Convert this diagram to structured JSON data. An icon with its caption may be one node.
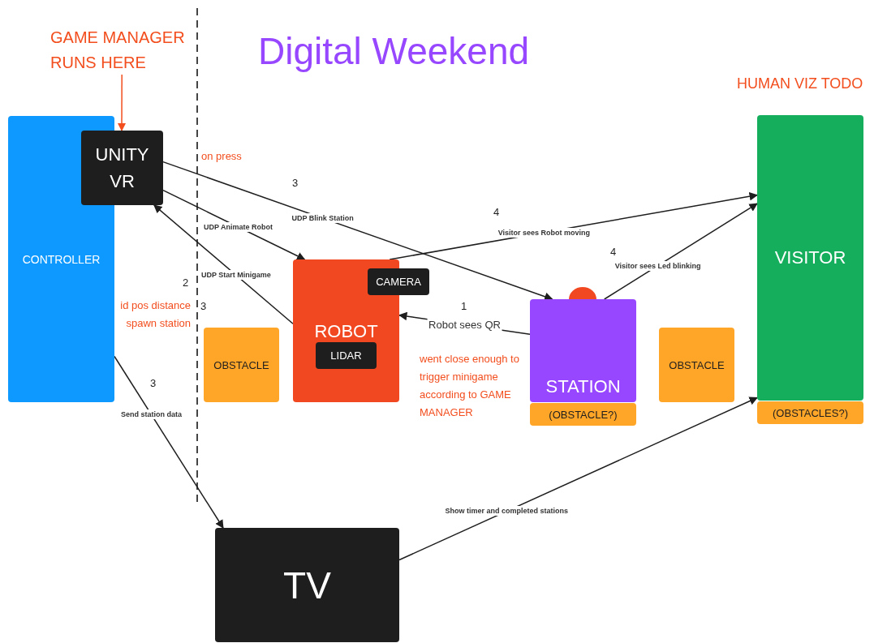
{
  "diagram": {
    "title": "Digital Weekend",
    "nodes": [
      {
        "text": [
          "CONTROLLER"
        ]
      },
      {
        "text": [
          "UNITY VR"
        ]
      },
      {
        "text": [
          "GAME MANAGER RUNS HERE"
        ]
      },
      {
        "text": [
          "OBSTACLE"
        ]
      },
      {
        "text": [
          "ROBOT"
        ]
      },
      {
        "text": [
          "CAMERA"
        ]
      },
      {
        "text": [
          "LIDAR"
        ],
        "in": 4
      },
      {
        "text": [
          "STATION"
        ]
      },
      {
        "text": [
          "(OBSTACLE?)"
        ]
      },
      {
        "text": [
          "OBSTACLE"
        ]
      },
      {
        "text": [
          "VISITOR"
        ]
      },
      {
        "text": [
          "(OBSTACLES?)"
        ]
      },
      {
        "text": [
          "TV"
        ]
      }
    ],
    "edges": [
      {
        "from": 2,
        "to": 1,
        "arrow": "to",
        "color": "#f24e1e"
      },
      {
        "from": 1,
        "to": 7,
        "arrow": "to",
        "label": "UDP Blink Station"
      },
      {
        "from": 1,
        "to": 4,
        "arrow": "to",
        "label": "UDP Animate Robot"
      },
      {
        "from": 4,
        "to": 1,
        "arrow": "to",
        "label": "UDP Start Minigame"
      },
      {
        "from": 4,
        "to": 10,
        "arrow": "to",
        "label": "Visitor sees Robot moving"
      },
      {
        "from": 7,
        "to": 10,
        "arrow": "to",
        "label": "Visitor sees Led blinking"
      },
      {
        "from": 7,
        "to": 4,
        "arrow": "to",
        "label": "Robot sees QR"
      },
      {
        "from": 0,
        "to": 12,
        "arrow": "to",
        "label": "Send station data"
      },
      {
        "from": 12,
        "to": 10,
        "arrow": "to",
        "label": "Show timer and completed stations"
      }
    ],
    "labels": [
      "HUMAN VIZ TODO",
      "on press",
      "3",
      "4",
      "4",
      "2",
      "1",
      "id pos distance spawn station",
      "3",
      "went close enough to trigger minigame according to GAME MANAGER",
      "3"
    ]
  }
}
